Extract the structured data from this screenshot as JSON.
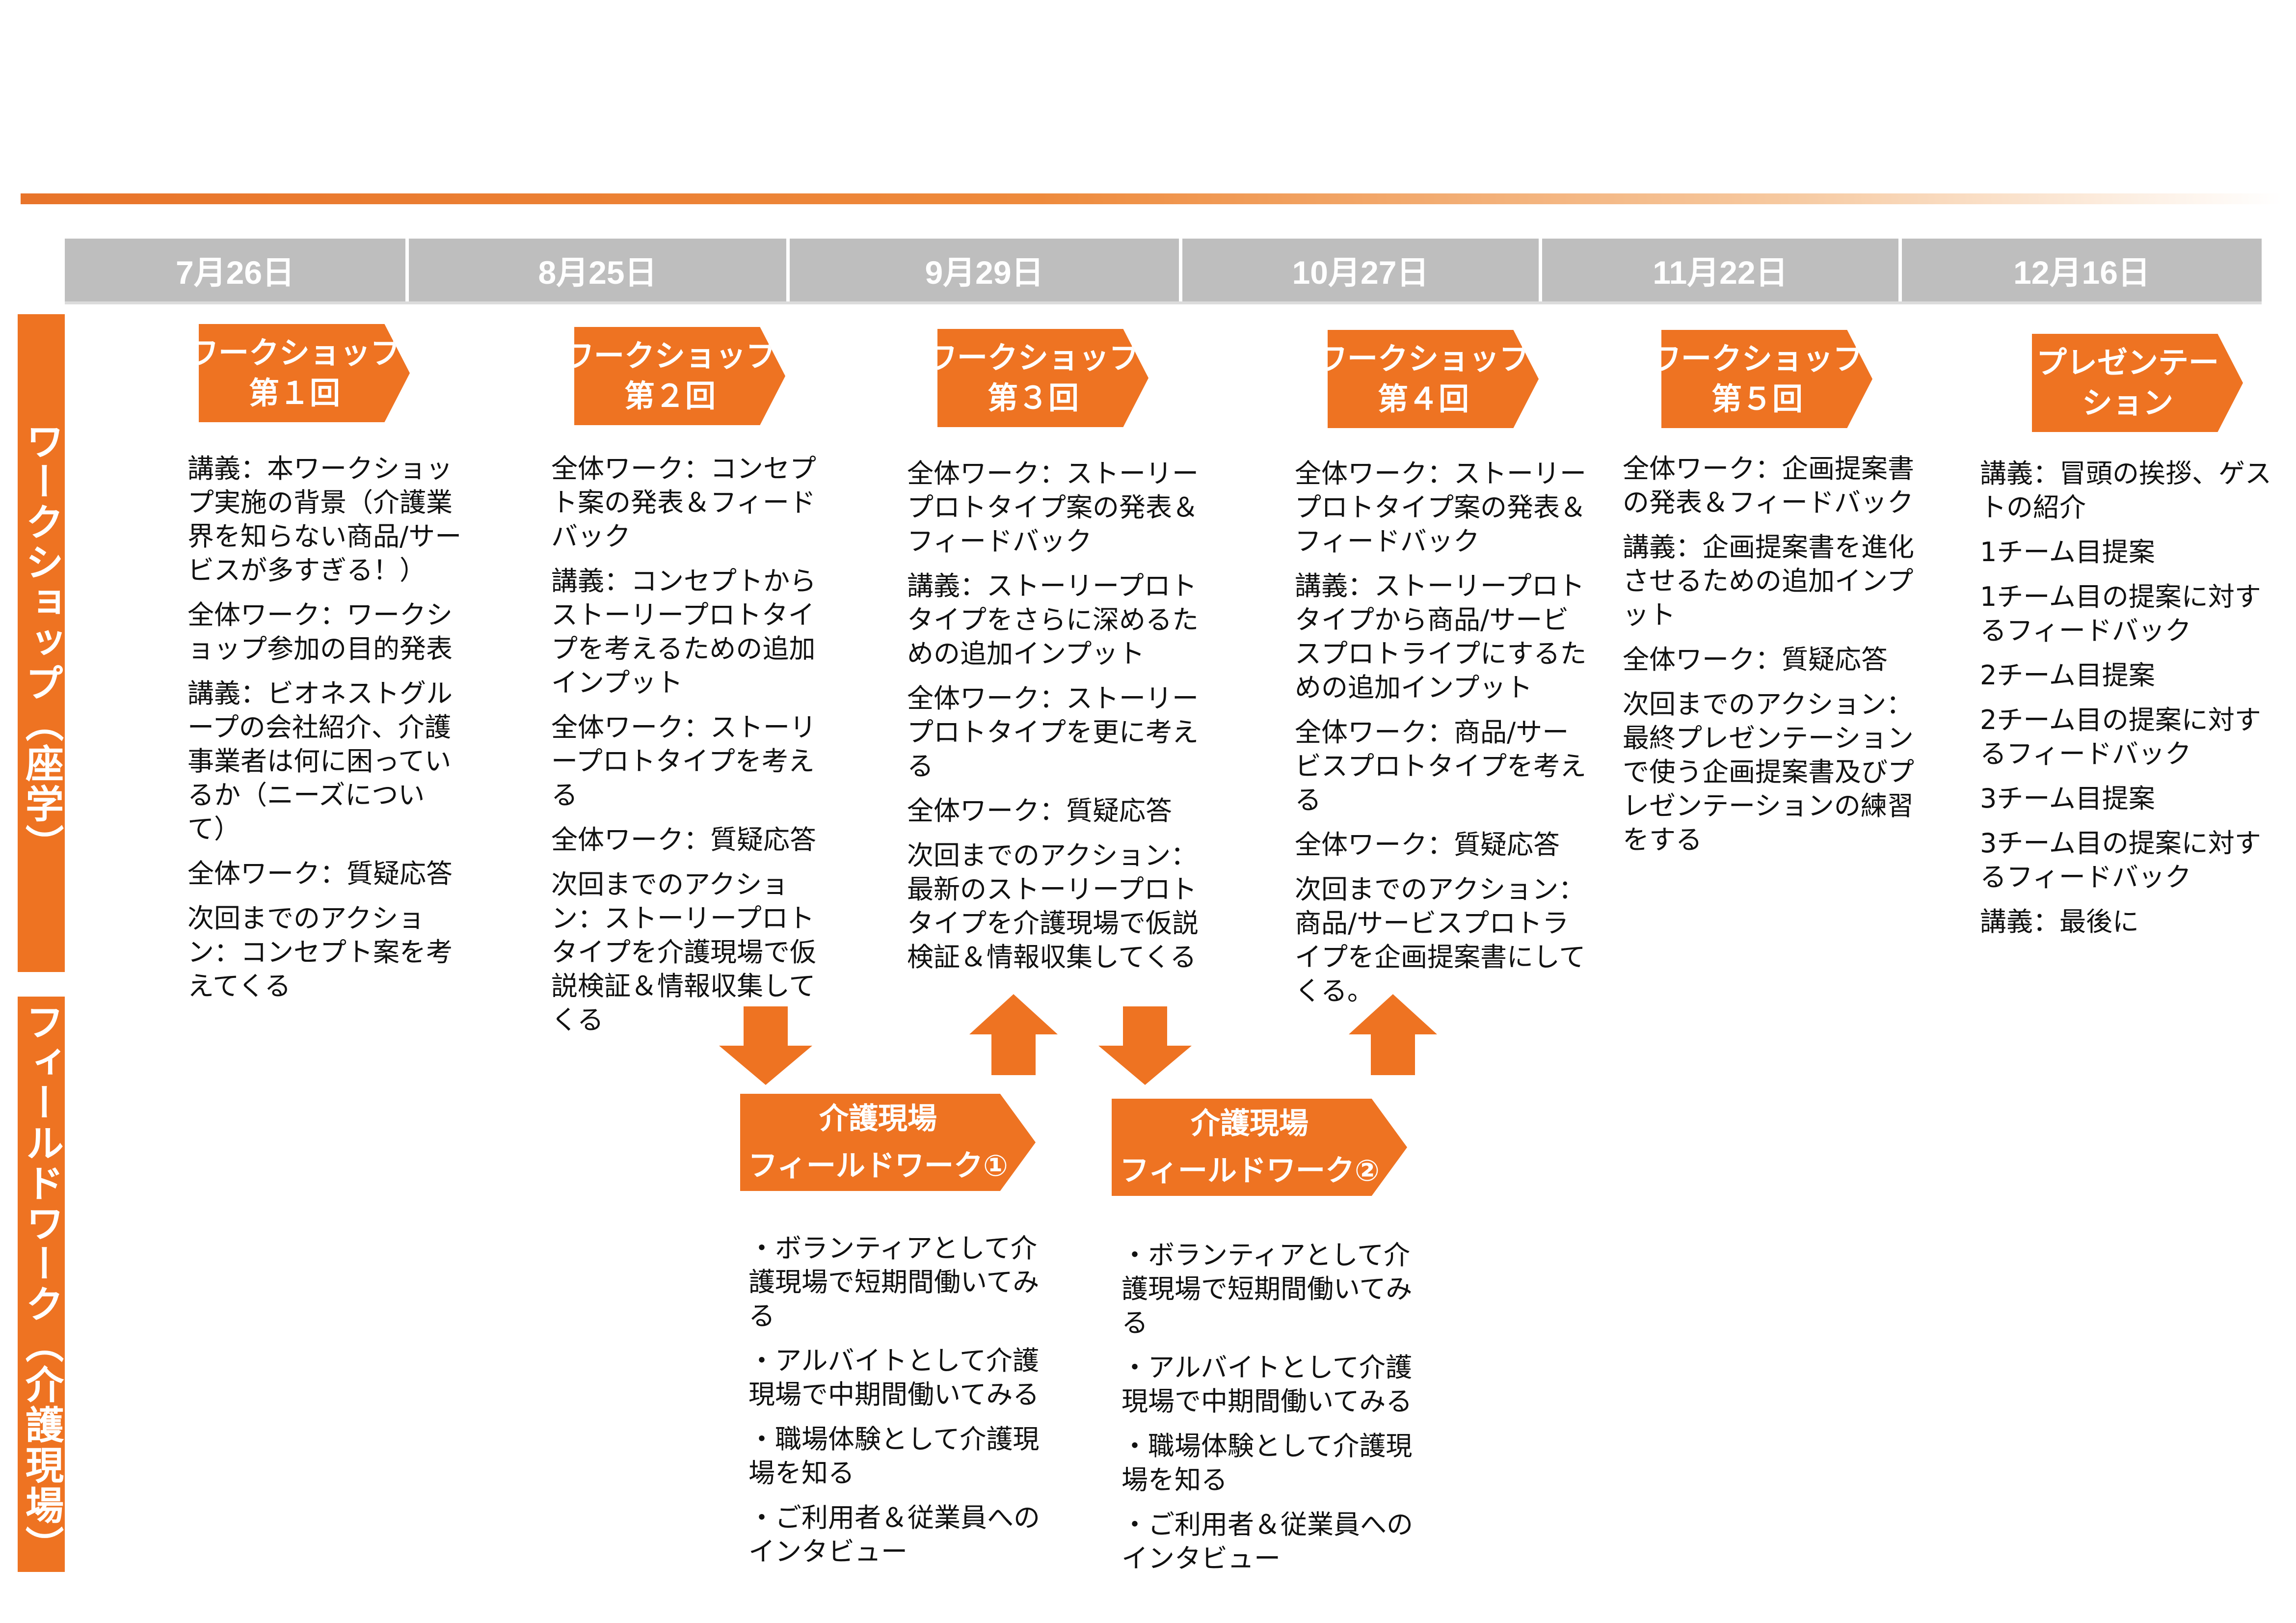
{
  "dates": [
    "7月26日",
    "8月25日",
    "9月29日",
    "10月27日",
    "11月22日",
    "12月16日"
  ],
  "side_labels": {
    "workshop": "ワークショップ（座学）",
    "field": "フィールドワーク（介護現場）"
  },
  "colors": {
    "accent": "#ee7322",
    "date_bar": "#bebebe"
  },
  "workshops": [
    {
      "title": [
        "ワークショップ",
        "第１回"
      ],
      "items": [
        "講義：本ワークショップ実施の背景（介護業界を知らない商品/サービスが多すぎる！）",
        "全体ワーク：ワークショップ参加の目的発表",
        "講義：ビオネストグループの会社紹介、介護事業者は何に困っているか（ニーズについて）",
        "全体ワーク：質疑応答",
        "次回までのアクション：コンセプト案を考えてくる"
      ]
    },
    {
      "title": [
        "ワークショップ",
        "第２回"
      ],
      "items": [
        "全体ワーク：コンセプト案の発表＆フィードバック",
        "講義：コンセプトからストーリープロトタイプを考えるための追加インプット",
        "全体ワーク：ストーリープロトタイプを考える",
        "全体ワーク：質疑応答",
        "次回までのアクション：ストーリープロトタイプを介護現場で仮説検証＆情報収集してくる"
      ]
    },
    {
      "title": [
        "ワークショップ",
        "第３回"
      ],
      "items": [
        "全体ワーク：ストーリープロトタイプ案の発表＆フィードバック",
        "講義：ストーリープロトタイプをさらに深めるための追加インプット",
        "全体ワーク：ストーリープロトタイプを更に考える",
        "全体ワーク：質疑応答",
        "次回までのアクション：最新のストーリープロトタイプを介護現場で仮説検証＆情報収集してくる"
      ]
    },
    {
      "title": [
        "ワークショップ",
        "第４回"
      ],
      "items": [
        "全体ワーク：ストーリープロトタイプ案の発表＆フィードバック",
        "講義：ストーリープロトタイプから商品/サービスプロトライプにするための追加インプット",
        "全体ワーク：商品/サービスプロトタイプを考える",
        "全体ワーク：質疑応答",
        "次回までのアクション：商品/サービスプロトライプを企画提案書にしてくる。"
      ]
    },
    {
      "title": [
        "ワークショップ",
        "第５回"
      ],
      "items": [
        "全体ワーク：企画提案書の発表＆フィードバック",
        "講義：企画提案書を進化させるための追加インプット",
        "全体ワーク：質疑応答",
        "次回までのアクション：最終プレゼンテーションで使う企画提案書及びプレゼンテーションの練習をする"
      ]
    },
    {
      "title": [
        "プレゼンテー",
        "ション"
      ],
      "items": [
        "講義：冒頭の挨拶、ゲストの紹介",
        "1チーム目提案",
        "1チーム目の提案に対するフィードバック",
        "2チーム目提案",
        "2チーム目の提案に対するフィードバック",
        "3チーム目提案",
        "3チーム目の提案に対するフィードバック",
        "講義：最後に"
      ]
    }
  ],
  "fieldworks": [
    {
      "title": [
        "介護現場",
        "フィールドワーク①"
      ],
      "items": [
        "・ボランティアとして介護現場で短期間働いてみる",
        "・アルバイトとして介護現場で中期間働いてみる",
        "・職場体験として介護現場を知る",
        "・ご利用者＆従業員へのインタビュー"
      ]
    },
    {
      "title": [
        "介護現場",
        "フィールドワーク②"
      ],
      "items": [
        "・ボランティアとして介護現場で短期間働いてみる",
        "・アルバイトとして介護現場で中期間働いてみる",
        "・職場体験として介護現場を知る",
        "・ご利用者＆従業員へのインタビュー"
      ]
    }
  ]
}
